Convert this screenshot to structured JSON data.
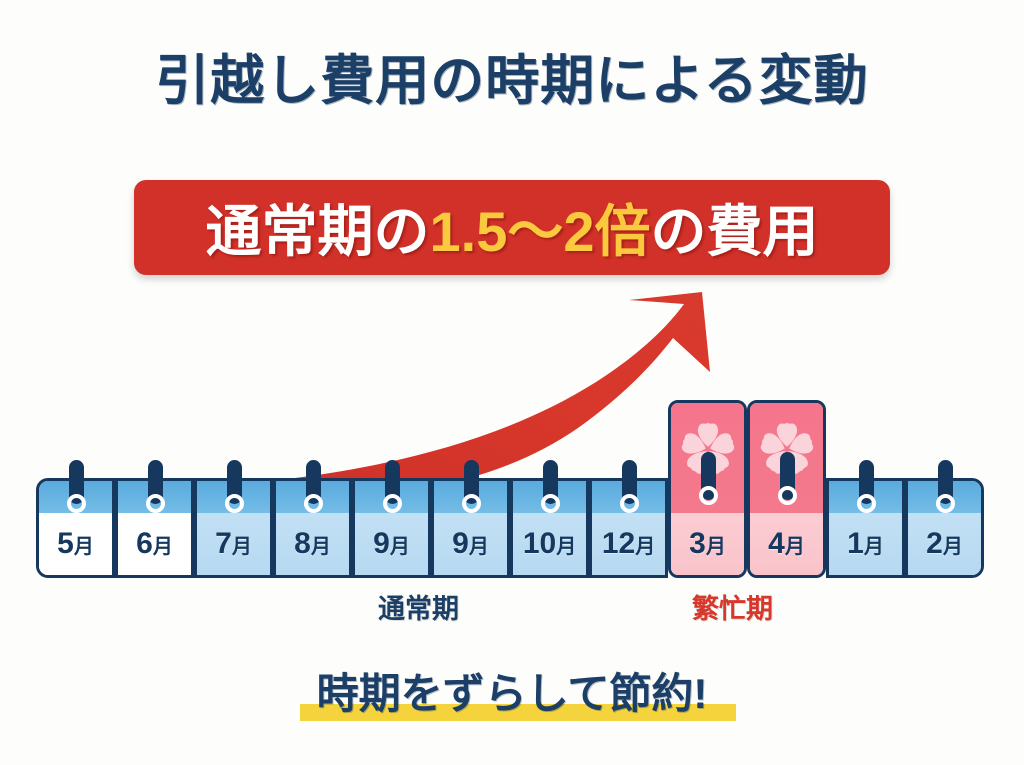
{
  "page": {
    "background_color": "#fdfdfb"
  },
  "title": {
    "text": "引越し費用の時期による変動",
    "color": "#1b3f66"
  },
  "banner": {
    "background_color": "#d13128",
    "part_prefix": "通常期の",
    "part_highlight": "1.5〜2倍",
    "part_suffix": "の費用",
    "prefix_color": "#ffffff",
    "highlight_color": "#fbc93d",
    "suffix_color": "#ffffff"
  },
  "arrow": {
    "name": "rising-cost-arrow",
    "color": "#d8372b",
    "direction": "up-right"
  },
  "calendar": {
    "normal_tone_colors": {
      "head": "#6ab4e0",
      "body_white": "#ffffff",
      "body_blue": "#c2e0f4",
      "border": "#16375e"
    },
    "busy_tone_colors": {
      "head": "#f4798c",
      "body": "#fac3ca",
      "border": "#16375e"
    },
    "cells": [
      {
        "num": "5",
        "unit": "月",
        "tone": "white",
        "busy": false,
        "sakura": false
      },
      {
        "num": "6",
        "unit": "月",
        "tone": "white",
        "busy": false,
        "sakura": false
      },
      {
        "num": "7",
        "unit": "月",
        "tone": "blue",
        "busy": false,
        "sakura": false
      },
      {
        "num": "8",
        "unit": "月",
        "tone": "blue",
        "busy": false,
        "sakura": false
      },
      {
        "num": "9",
        "unit": "月",
        "tone": "blue",
        "busy": false,
        "sakura": false
      },
      {
        "num": "9",
        "unit": "月",
        "tone": "blue",
        "busy": false,
        "sakura": false
      },
      {
        "num": "10",
        "unit": "月",
        "tone": "blue",
        "busy": false,
        "sakura": false
      },
      {
        "num": "12",
        "unit": "月",
        "tone": "blue",
        "busy": false,
        "sakura": false
      },
      {
        "num": "3",
        "unit": "月",
        "tone": "pink",
        "busy": true,
        "sakura": true
      },
      {
        "num": "4",
        "unit": "月",
        "tone": "pink",
        "busy": true,
        "sakura": true
      },
      {
        "num": "1",
        "unit": "月",
        "tone": "blue",
        "busy": false,
        "sakura": false
      },
      {
        "num": "2",
        "unit": "月",
        "tone": "blue",
        "busy": false,
        "sakura": false
      }
    ]
  },
  "labels": {
    "normal_period": "通常期",
    "normal_period_color": "#1b3f66",
    "busy_period": "繁忙期",
    "busy_period_color": "#d8372b"
  },
  "footer": {
    "text": "時期をずらして節約!",
    "text_color": "#1b3f66",
    "highlight_color": "#f5d33c"
  }
}
